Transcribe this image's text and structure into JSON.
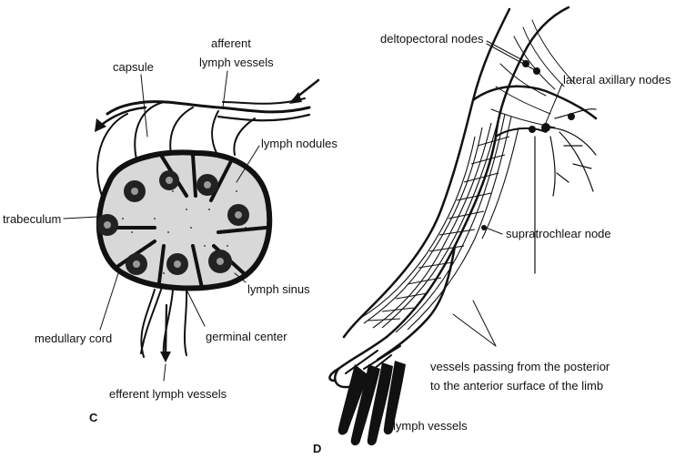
{
  "panel_c": {
    "letter": "C",
    "labels": {
      "afferent_line1": "afferent",
      "afferent_line2": "lymph vessels",
      "capsule": "capsule",
      "lymph_nodules": "lymph nodules",
      "trabeculum": "trabeculum",
      "lymph_sinus": "lymph sinus",
      "medullary_cord": "medullary cord",
      "germinal_center": "germinal center",
      "efferent": "efferent lymph vessels"
    }
  },
  "panel_d": {
    "letter": "D",
    "labels": {
      "deltopectoral": "deltopectoral nodes",
      "lateral_axillary": "lateral  axillary nodes",
      "supratrochlear": "supratrochlear node",
      "vessels_line1": "vessels passing from the posterior",
      "vessels_line2": "to the anterior surface of the limb",
      "lymph_vessels": "lymph vessels"
    }
  }
}
